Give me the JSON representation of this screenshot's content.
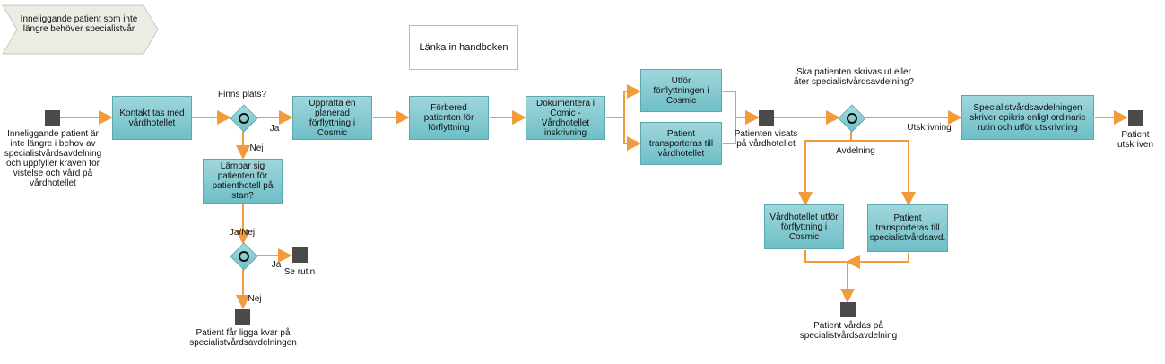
{
  "colors": {
    "flow": "#f29b3a",
    "task_fill": "#8ccfd6",
    "event": "#4a4a4a"
  },
  "header_shape_text": "Inneliggande patient som inte längre behöver specialistvår",
  "link_box": "Länka in handboken",
  "tasks": {
    "kontakt": "Kontakt tas med vårdhotellet",
    "uppratta": "Upprätta en planerad förflyttning i Cosmic",
    "forbered": "Förbered patienten för förflyttning",
    "dokumentera": "Dokumentera i Comic - Vårdhotellet inskrivning",
    "utfor": "Utför förflyttningen i Cosmic",
    "transporteras": "Patient transporteras till vårdhotellet",
    "lampar": "Lämpar sig patienten för patienthotell på stan?",
    "epikris": "Specialistvårdsavdelningen skriver epikris enligt ordinarie rutin och utför utskrivning",
    "vardhotellet_utfor": "Vårdhotellet utför förflyttning i Cosmic",
    "transport_avd": "Patient transporteras till specialistvårdsavd."
  },
  "labels": {
    "start_event": "Inneliggande patient är inte längre i behov av specialistvårdsavdelning och uppfyller kraven för vistelse och vård på vårdhotellet",
    "finns_plats": "Finns plats?",
    "ja1": "Ja",
    "nej1": "Nej",
    "janej": "Ja/Nej",
    "ja2": "Ja",
    "se_rutin": "Se rutin",
    "nej2": "Nej",
    "ligga_kvar": "Patient får ligga kvar på specialistvårdsavdelningen",
    "visats": "Patienten visats på vårdhotellet",
    "skrivas_ut": "Ska patienten skrivas ut eller åter specialistvårdsavdelning?",
    "utskrivning": "Utskrivning",
    "avdelning": "Avdelning",
    "patient_utskriven": "Patient utskriven",
    "vardas": "Patient vårdas på specialistvårdsavdelning"
  }
}
